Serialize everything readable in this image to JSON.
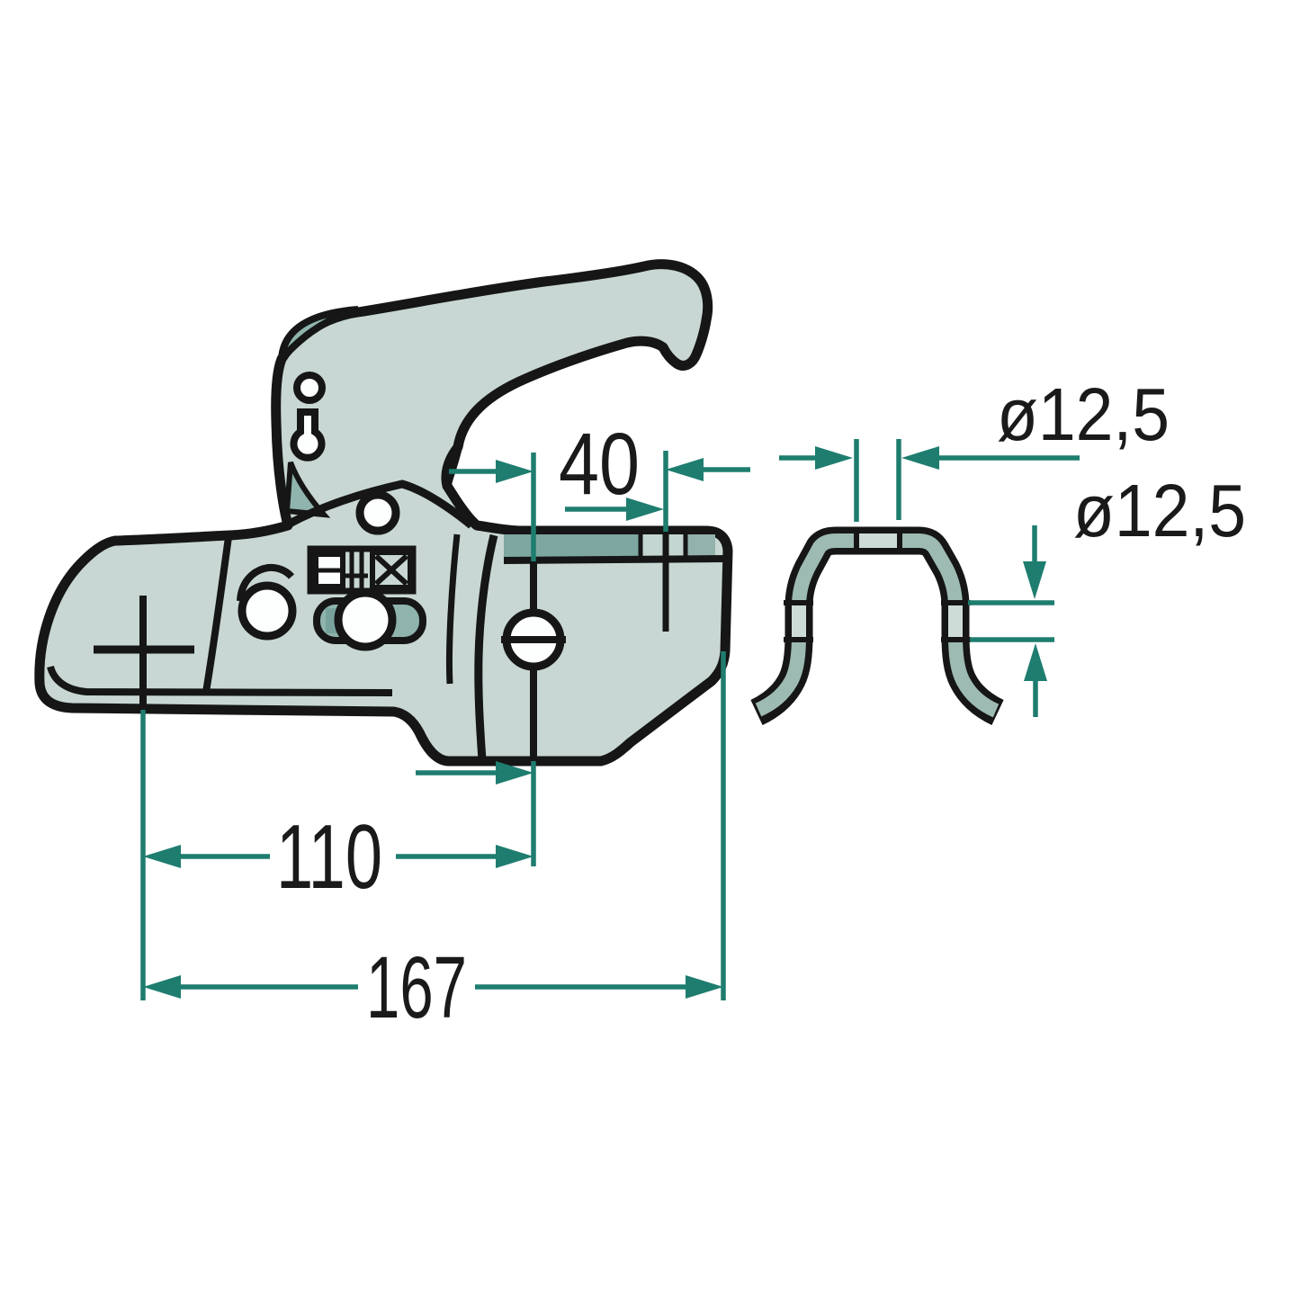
{
  "figure": {
    "kind": "technical line drawing",
    "subject": "trailer hitch coupling side view with separate clamp shell profile and dimension callouts"
  },
  "colors": {
    "paper": "#ffffff",
    "outline": "#161616",
    "ink": "#1a1a1a",
    "body": "#c8d7d3",
    "accent": "#8fb4ad",
    "accent-dark": "#78a39c",
    "band": "#7ea7a1",
    "band-light": "#c4d6d2",
    "band-mid": "#93b2ac",
    "clamp": "#9dbab3",
    "clamp-light": "#cedcd8",
    "hole": "#fdfefe",
    "dim": "#1e7d6f"
  },
  "dimensions": {
    "width_40": {
      "label": "40"
    },
    "offset_110": {
      "label": "110"
    },
    "length_167": {
      "label": "167"
    },
    "dia_top": {
      "label": "ø12,5"
    },
    "dia_side": {
      "label": "ø12,5"
    }
  }
}
